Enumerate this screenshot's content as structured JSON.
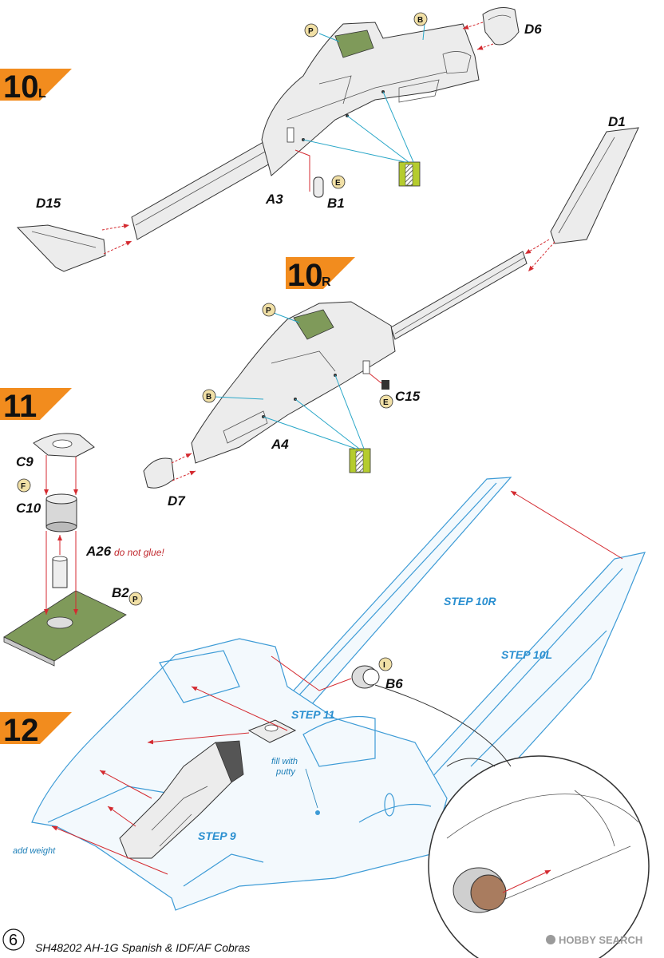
{
  "steps": [
    {
      "number": "10",
      "sub": "L"
    },
    {
      "number": "10",
      "sub": "R"
    },
    {
      "number": "11",
      "sub": ""
    },
    {
      "number": "12",
      "sub": ""
    }
  ],
  "parts": {
    "d6": "D6",
    "d1": "D1",
    "d15": "D15",
    "a3": "A3",
    "b1": "B1",
    "c15": "C15",
    "a4": "A4",
    "d7": "D7",
    "c9": "C9",
    "c10": "C10",
    "a26": "A26",
    "b2": "B2",
    "b6": "B6"
  },
  "paint_codes": {
    "p": "P",
    "b": "B",
    "e": "E",
    "f": "F",
    "i": "I"
  },
  "notes": {
    "do_not_glue": "do not glue!",
    "fill_with": "fill with",
    "putty": "putty",
    "add_weight": "add weight"
  },
  "step_refs": {
    "step10r": "STEP 10R",
    "step10l": "STEP 10L",
    "step11": "STEP 11",
    "step9": "STEP 9"
  },
  "footer": {
    "page_number": "6",
    "title": "SH48202 AH-1G Spanish & IDF/AF Cobras"
  },
  "watermark": "HOBBY SEARCH",
  "colors": {
    "step_badge": "#f28c1e",
    "callout_red": "#d42a30",
    "callout_cyan": "#2aa7c8",
    "outline_blue": "#3d9bd6",
    "paint_green": "#7f9a5a",
    "glue_marker": "#b5cc2e"
  }
}
